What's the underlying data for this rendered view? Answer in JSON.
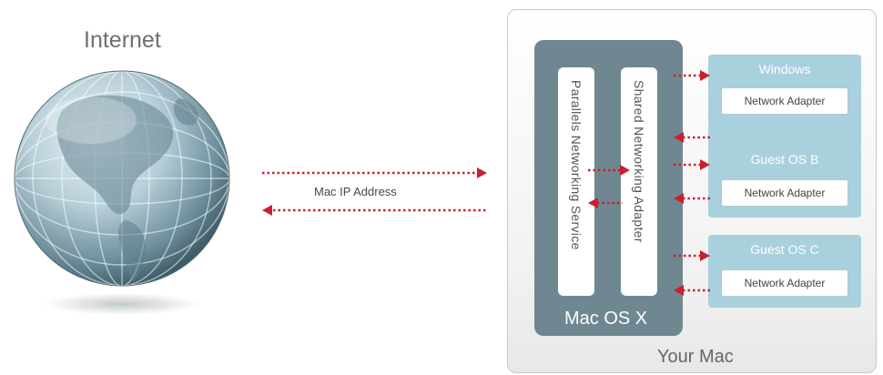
{
  "internet": {
    "label": "Internet"
  },
  "connection": {
    "label": "Mac IP Address"
  },
  "your_mac": {
    "label": "Your Mac",
    "mac_os": {
      "label": "Mac OS X",
      "parallels_service": "Parallels Networking Service",
      "shared_adapter": "Shared Networking Adapter"
    },
    "guests": [
      {
        "name": "Windows",
        "adapter": "Network Adapter"
      },
      {
        "name": "Guest OS B",
        "adapter": "Network Adapter"
      },
      {
        "name": "Guest OS C",
        "adapter": "Network Adapter"
      }
    ]
  },
  "colors": {
    "arrow": "#c8202f",
    "macos_panel": "#6f8790",
    "guest_panel": "#a9d0dd"
  }
}
